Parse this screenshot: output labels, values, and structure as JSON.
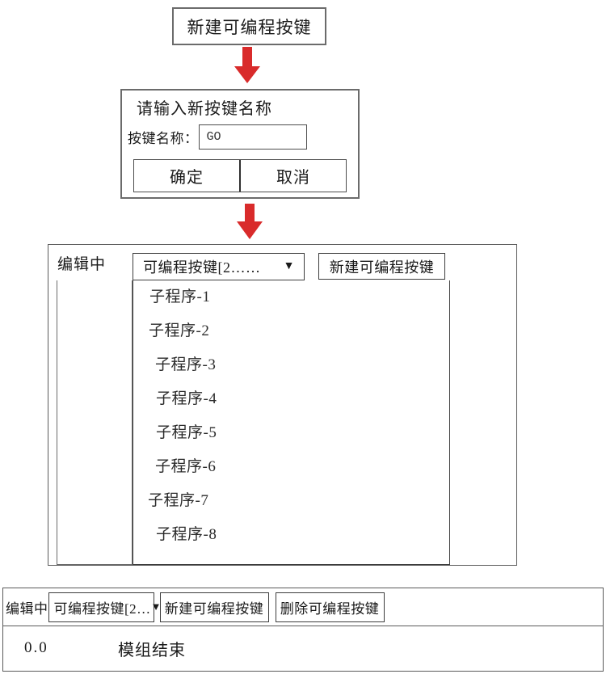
{
  "flow": {
    "step1": {
      "label": "新建可编程按键"
    },
    "arrow1": {
      "icon": "arrow-down-icon",
      "color": "#D92B2B"
    },
    "arrow2": {
      "icon": "arrow-down-icon",
      "color": "#D92B2B"
    },
    "dialog": {
      "title": "请输入新按键名称",
      "field_label": "按键名称：",
      "input_value": "GO",
      "input_placeholder": "",
      "confirm_label": "确定",
      "cancel_label": "取消"
    },
    "editor": {
      "status_label": "编辑中",
      "dropdown_value": "可编程按键[2……",
      "dropdown_caret": "▼",
      "new_button_label": "新建可编程按键",
      "dropdown_items": [
        "子程序-1",
        "子程序-2",
        "子程序-3",
        "子程序-4",
        "子程序-5",
        "子程序-6",
        "子程序-7",
        "子程序-8"
      ]
    },
    "bottom": {
      "status_label": "编辑中",
      "dropdown_value": "可编程按键[2…",
      "dropdown_caret": "▼",
      "new_button_label": "新建可编程按键",
      "delete_button_label": "删除可编程按键",
      "row": {
        "value": "0.0",
        "text": "模组结束"
      }
    }
  }
}
